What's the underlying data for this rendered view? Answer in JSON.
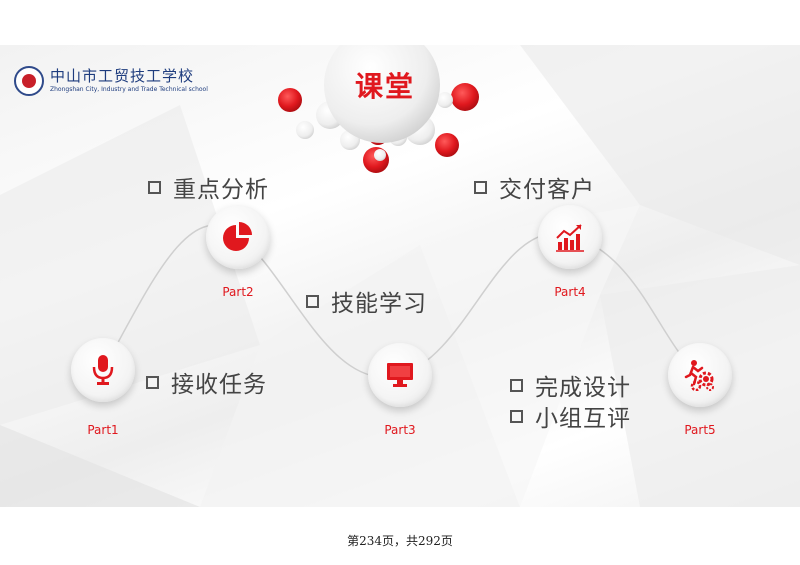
{
  "header": {
    "school_name_cn": "中山市工贸技工学校",
    "school_name_en": "Zhongshan City, Industry and Trade Technical school"
  },
  "slide": {
    "title": "课堂",
    "parts": [
      {
        "label": "Part1",
        "icon": "microphone-icon"
      },
      {
        "label": "Part2",
        "icon": "pie-chart-icon"
      },
      {
        "label": "Part3",
        "icon": "monitor-icon"
      },
      {
        "label": "Part4",
        "icon": "bar-chart-icon"
      },
      {
        "label": "Part5",
        "icon": "runner-gears-icon"
      }
    ],
    "steps": [
      "接收任务",
      "重点分析",
      "技能学习",
      "交付客户",
      "完成设计",
      "小组互评"
    ]
  },
  "footer": {
    "page_indicator": "第234页，共292页"
  },
  "colors": {
    "accent": "#e0181e",
    "school_blue": "#1e3c7e",
    "text_gray": "#444444"
  }
}
